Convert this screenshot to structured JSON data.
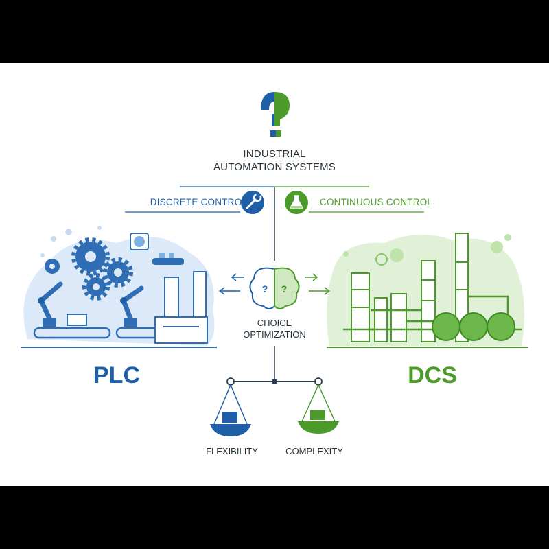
{
  "title": {
    "line1": "INDUSTRIAL",
    "line2": "AUTOMATION SYSTEMS"
  },
  "left": {
    "branch_label": "DISCRETE CONTROL",
    "system": "PLC",
    "icon": "wrench-icon"
  },
  "right": {
    "branch_label": "CONTINUOUS CONTROL",
    "system": "DCS",
    "icon": "flask-icon"
  },
  "center": {
    "line1": "CHOICE",
    "line2": "OPTIMIZATION",
    "icon": "brain-question-icon"
  },
  "scale": {
    "left_label": "FLEXIBILITY",
    "right_label": "COMPLEXITY"
  },
  "top_icon": "question-mark-icon",
  "colors": {
    "blue": "#1f5fa8",
    "green": "#4c9a2a",
    "light_blue": "#dbe9f8",
    "light_green": "#e1f1d7",
    "text": "#26323a"
  }
}
